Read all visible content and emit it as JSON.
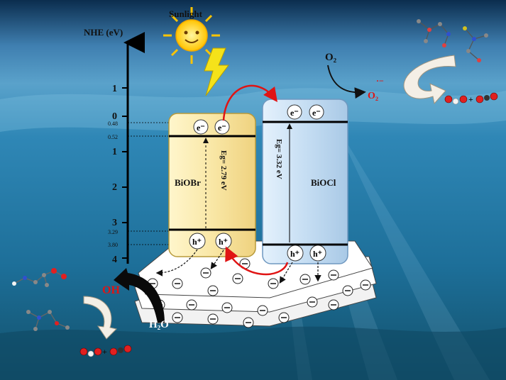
{
  "sunlight_label": "Sunlight",
  "axis": {
    "title": "NHE (eV)",
    "ticks": [
      "1",
      "0",
      "1",
      "2",
      "3",
      "4"
    ],
    "minor_labels": [
      "0.48",
      "0.52",
      "3.29",
      "3.80"
    ]
  },
  "bioBr": {
    "name": "BiOBr",
    "gap_label": "Eg= 2.79 eV",
    "electron": "e⁻",
    "hole": "h⁺"
  },
  "bioCl": {
    "name": "BiOCl",
    "gap_label": "Eg= 3.32 eV",
    "electron": "e⁻",
    "hole": "h⁺"
  },
  "species": {
    "o2": "O₂",
    "superoxide": "O₂",
    "superoxide_sup": "·−",
    "hydroxyl": "OH",
    "water": "H₂O",
    "plus_top": "+",
    "plus_bottom": "+"
  },
  "colors": {
    "sea_top": "#0b2d4e",
    "sea_mid": "#1f6fa0",
    "sea_bottom": "#0e4f6e",
    "bioBr_fill": "#fbeeb5",
    "bioCl_fill": "#cfe6f8",
    "red_arrow": "#e01414",
    "sun": "#ffd21f",
    "bolt": "#f5e21a"
  }
}
